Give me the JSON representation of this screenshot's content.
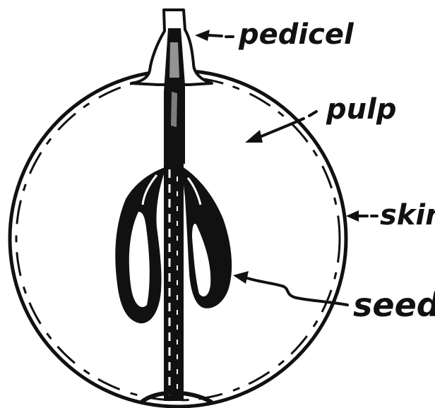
{
  "labels": {
    "pedicel": "pedicel",
    "pulp": "pulp",
    "skin": "skin",
    "seed": "seed"
  },
  "colors": {
    "ink": "#111111",
    "paper": "#ffffff"
  }
}
